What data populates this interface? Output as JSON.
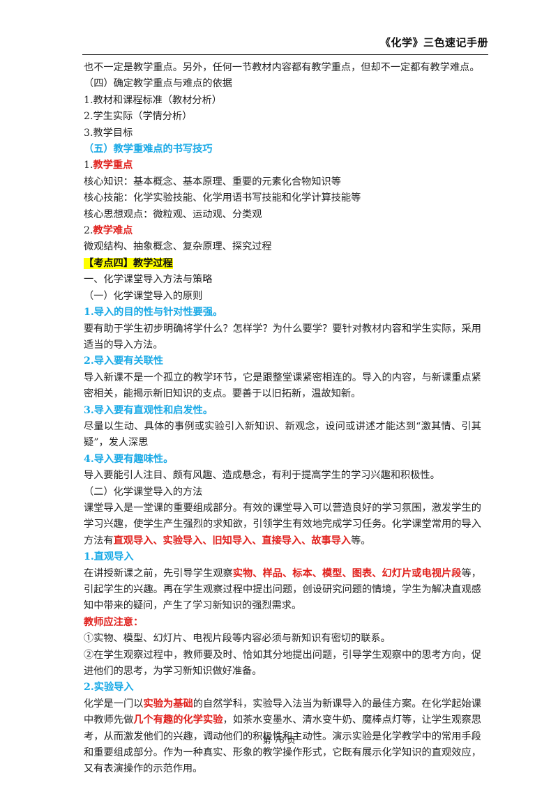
{
  "header": {
    "title": "《化学》三色速记手册"
  },
  "lines": {
    "l1": "也不一定是教学重点。另外，任何一节教材内容都有教学重点，但却不一定都有教学难点。",
    "l2": "（四）确定教学重点与难点的依据",
    "l3": "1.教材和课程标准（教材分析）",
    "l4": "2.学生实际（学情分析）",
    "l5": "3.教学目标",
    "l6": "（五）教学重难点的书写技巧",
    "l7_num": "1.",
    "l7_text": "教学重点",
    "l8": "核心知识：基本概念、基本原理、重要的元素化合物知识等",
    "l9": "核心技能：化学实验技能、化学用语书写技能和化学计算技能等",
    "l10": "核心思想观点：微粒观、运动观、分类观",
    "l11_num": "2.",
    "l11_text": "教学难点",
    "l12": "微观结构、抽象概念、复杂原理、探究过程",
    "l13": "【考点四】教学过程",
    "l14": "一、化学课堂导入方法与策略",
    "l15": "（一）化学课堂导入的原则",
    "l16": "1.导入的目的性与针对性要强。",
    "p1": "要有助于学生初步明确将学什么？怎样学？为什么要学？要针对教材内容和学生实际，采用适当的导入方法。",
    "l17": "2.导入要有关联性",
    "p2": "导入新课不是一个孤立的教学环节，它是跟整堂课紧密相连的。导入的内容，与新课重点紧密相关，能揭示新旧知识的支点。要善于以旧拓新，温故知新。",
    "l18": "3.导入要有直观性和启发性。",
    "p3": "尽量以生动、具体的事例或实验引入新知识、新观念，设问或讲述才能达到“激其情、引其疑”，发人深思",
    "l19": "4.导入要有趣味性。",
    "p4": "导入要能引人注目、颇有风趣、造成悬念，有利于提高学生的学习兴趣和积极性。",
    "l20": "（二）化学课堂导入的方法",
    "p5_a": "课堂导入是一堂课的重要组成部分。有效的课堂导入可以营造良好的学习氛围，激发学生的学习兴趣，使学生产生强烈的求知欲，引领学生有效地完成学习任务。化学课堂常用的导入方法有",
    "p5_red": "直观导入、实验导入、旧知导入、直接导入、故事导入",
    "p5_b": "等。",
    "l21": "1.直观导入",
    "p6_a": "在讲授新课之前，先引导学生观察",
    "p6_red": "实物、样品、标本、模型、图表、幻灯片或电视片段",
    "p6_b": "等，引起学生的兴趣。再在学生观察过程中提出问题，创设研究问题的情境，学生为解决直观感知中带来的疑问，产生了学习新知识的强烈需求。",
    "l22": "教师应注意：",
    "p7": "①实物、模型、幻灯片、电视片段等内容必须与新知识有密切的联系。",
    "p8": "②在学生观察过程中，教师要及时、恰如其分地提出问题，引导学生观察中的思考方向，促进他们的思考，为学习新知识做好准备。",
    "l23": "2.实验导入",
    "p9_a": "化学是一门以",
    "p9_red1": "实验为基础",
    "p9_b": "的自然学科，实验导入法当为新课导入的最佳方案。在化学起始课中教师先做",
    "p9_red2": "几个有趣的化学实验",
    "p9_c": "，如茶水变墨水、清水变牛奶、魔棒点灯等，让学生观察思考，从而激发他们的兴趣，调动他们的积极性和主动性。演示实验是化学教学中的常用手段和重要组成部分。作为一种真实、形象的教学操作形式，它既有展示化学知识的直观效应，又有表演操作的示范作用。"
  },
  "footer": {
    "page_label": "第 76 页"
  },
  "colors": {
    "cyan": "#19a9e6",
    "red": "#e0201c",
    "highlight": "#ffff00"
  }
}
